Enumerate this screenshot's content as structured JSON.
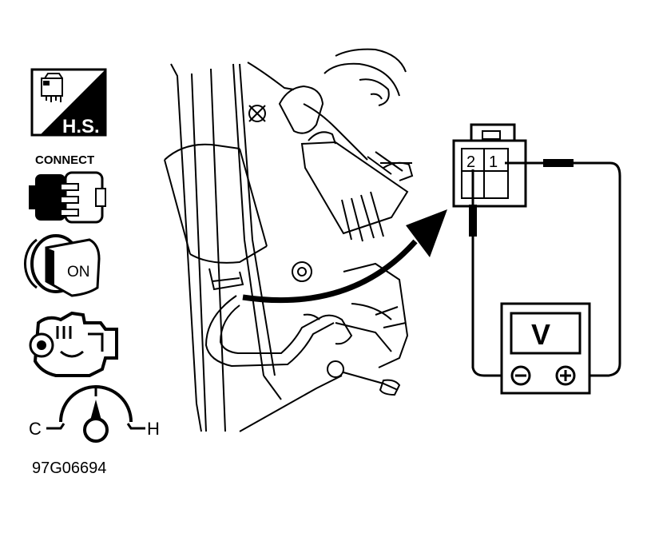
{
  "icons": {
    "harness_badge": "H.S.",
    "connect_label": "CONNECT",
    "ignition_label": "ON",
    "gauge_cold": "C",
    "gauge_hot": "H"
  },
  "connector": {
    "pin_2": "2",
    "pin_1": "1"
  },
  "meter": {
    "display": "V",
    "minus_symbol": "−",
    "plus_symbol": "+"
  },
  "figure_id": "97G06694",
  "icon_names": [
    "wiring-harness-icon",
    "connector-icon",
    "ignition-key-icon",
    "engine-icon",
    "temperature-gauge-icon"
  ]
}
